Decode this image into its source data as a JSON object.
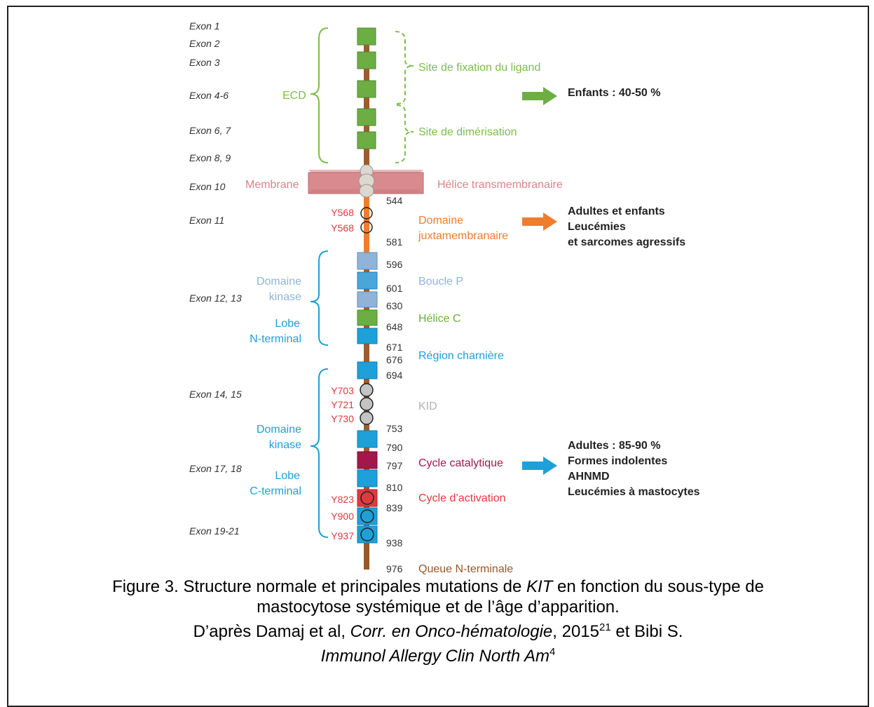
{
  "exons": [
    "Exon 1",
    "Exon 2",
    "Exon 3",
    "Exon 4-6",
    "Exon 6, 7",
    "Exon 8, 9",
    "Exon 10",
    "Exon 11",
    "Exon 12, 13",
    "Exon 14, 15",
    "Exon 17, 18",
    "Exon 19-21"
  ],
  "left_labels": {
    "ecd": "ECD",
    "membrane": "Membrane",
    "domaine_kinase_1a": "Domaine",
    "domaine_kinase_1b": "kinase",
    "lobe_n_a": "Lobe",
    "lobe_n_b": "N-terminal",
    "domaine_kinase_2a": "Domaine",
    "domaine_kinase_2b": "kinase",
    "lobe_c_a": "Lobe",
    "lobe_c_b": "C-terminal"
  },
  "tyrosines": [
    "Y568",
    "Y568",
    "Y703",
    "Y721",
    "Y730",
    "Y823",
    "Y900",
    "Y937"
  ],
  "positions": [
    "544",
    "581",
    "596",
    "601",
    "630",
    "648",
    "671",
    "676",
    "694",
    "753",
    "790",
    "797",
    "810",
    "839",
    "938",
    "976"
  ],
  "right_labels": {
    "site_fixation": "Site de fixation du ligand",
    "site_dimerisation": "Site de dimérisation",
    "helice_tm": "Hélice transmembranaire",
    "domaine_juxta_a": "Domaine",
    "domaine_juxta_b": "juxtamembranaire",
    "boucle_p": "Boucle P",
    "helice_c": "Hélice C",
    "region_charniere": "Région charnière",
    "kid": "KID",
    "cycle_catalytique": "Cycle catalytique",
    "cycle_activation": "Cycle d’activation",
    "queue": "Queue N-terminale"
  },
  "outcomes": {
    "enfants": "Enfants : 40-50 %",
    "adultes_enfants_1": "Adultes et enfants",
    "adultes_enfants_2": "Leucémies",
    "adultes_enfants_3": "et sarcomes agressifs",
    "adultes_1": "Adultes : 85-90 %",
    "adultes_2": "Formes indolentes",
    "adultes_3": "AHNMD",
    "adultes_4": "Leucémies à mastocytes"
  },
  "caption": {
    "line1_a": "Figure 3. Structure normale et principales mutations de ",
    "line1_kit": "KIT",
    "line1_b": " en fonction du sous-type de",
    "line2": "mastocytose systémique et de l’âge d’apparition.",
    "line3_a": "D’après Damaj et al, ",
    "line3_journal": "Corr. en Onco-hématologie",
    "line3_b": ", 2015",
    "line3_ref1": "21",
    "line3_c": " et Bibi S.",
    "line4_journal": "Immunol Allergy Clin North Am",
    "line4_ref": "4"
  },
  "colors": {
    "green": "#6cae44",
    "ecd_text": "#7cbd4c",
    "membrane": "#d9838a",
    "orange": "#ef7d2c",
    "lightblue": "#8fb4d8",
    "blue": "#1ea0d8",
    "red": "#e0393f",
    "maroon": "#a3174a",
    "grey": "#a8a8a8",
    "brown": "#b05a25"
  }
}
